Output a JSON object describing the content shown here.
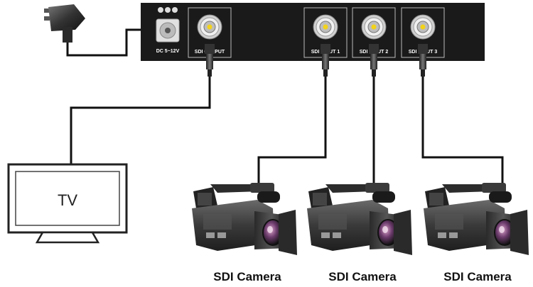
{
  "device": {
    "power_label": "DC 5~12V",
    "output_label": "SDI OUTPUT",
    "inputs": [
      "SDI INPUT 1",
      "SDI INPUT 2",
      "SDI INPUT 3"
    ]
  },
  "tv": {
    "label": "TV"
  },
  "cameras": [
    {
      "label": "SDI Camera"
    },
    {
      "label": "SDI Camera"
    },
    {
      "label": "SDI Camera"
    }
  ]
}
